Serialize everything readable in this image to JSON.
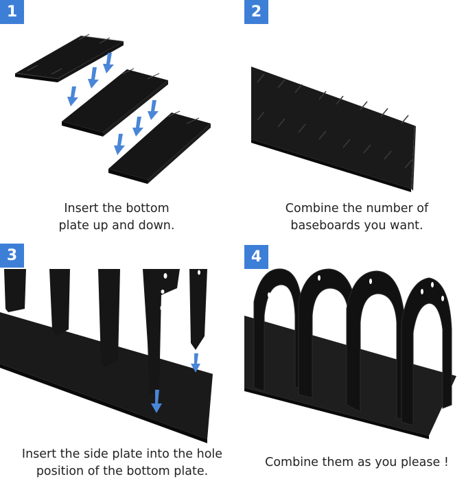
{
  "steps": [
    {
      "number": "1",
      "caption_line1": "Insert the bottom",
      "caption_line2": "plate up and down."
    },
    {
      "number": "2",
      "caption_line1": "Combine the number of",
      "caption_line2": "baseboards you want."
    },
    {
      "number": "3",
      "caption_line1": "Insert the side plate into the hole",
      "caption_line2": "position of the bottom plate."
    },
    {
      "number": "4",
      "caption_line1": "Combine them as you please !",
      "caption_line2": ""
    }
  ],
  "colors": {
    "badge": "#3d7fd7",
    "arrow": "#4a86d8",
    "plate": "#111111"
  }
}
